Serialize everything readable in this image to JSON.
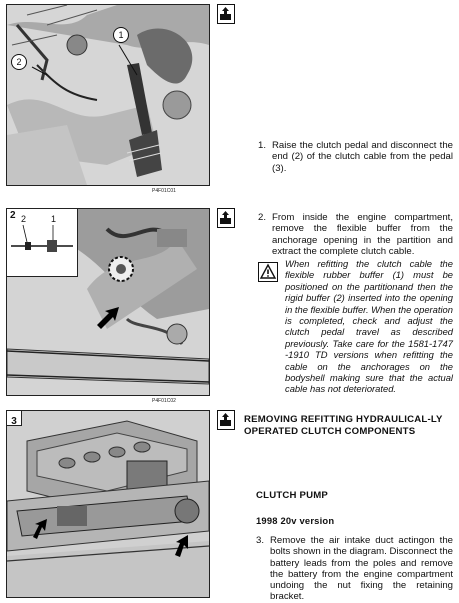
{
  "figures": [
    {
      "code": "P4F01C01",
      "callouts": [
        "1",
        "2"
      ]
    },
    {
      "code": "P4F01C02",
      "panel_number": "2",
      "inset_labels": [
        "2",
        "1"
      ]
    },
    {
      "code": "",
      "panel_number": "3"
    }
  ],
  "icons": {
    "section_icon": "manual-book-icon",
    "warning_icon": "warning-triangle-icon"
  },
  "steps": [
    {
      "number": "1.",
      "text": "Raise the clutch pedal and disconnect the end (2) of the clutch cable from the pedal (3)."
    },
    {
      "number": "2.",
      "text": "From inside the engine compartment, remove the flexible buffer from the anchorage opening in the partition and extract the complete clutch cable."
    },
    {
      "number": "3.",
      "text": "Remove the air intake duct actingon the bolts shown in the diagram. Disconnect the battery leads from the poles and remove the battery from the engine compartment undoing the nut fixing the retaining bracket."
    }
  ],
  "warning": "When refitting the clutch cable the flexible rubber buffer (1) must be positioned on the partitionand then the rigid buffer (2) inserted into the opening in the flexible buffer. When the operation is completed, check and adjust the clutch pedal travel as described previously. Take care for the 1581-1747 -1910 TD versions when refitting the cable on the anchorages on the bodyshell making sure that the actual cable has not deteriorated.",
  "section_heading": "REMOVING REFITTING HYDRAULICAL-LY OPERATED CLUTCH COMPONENTS",
  "subheading": "CLUTCH PUMP",
  "version_label": "1998 20v version"
}
